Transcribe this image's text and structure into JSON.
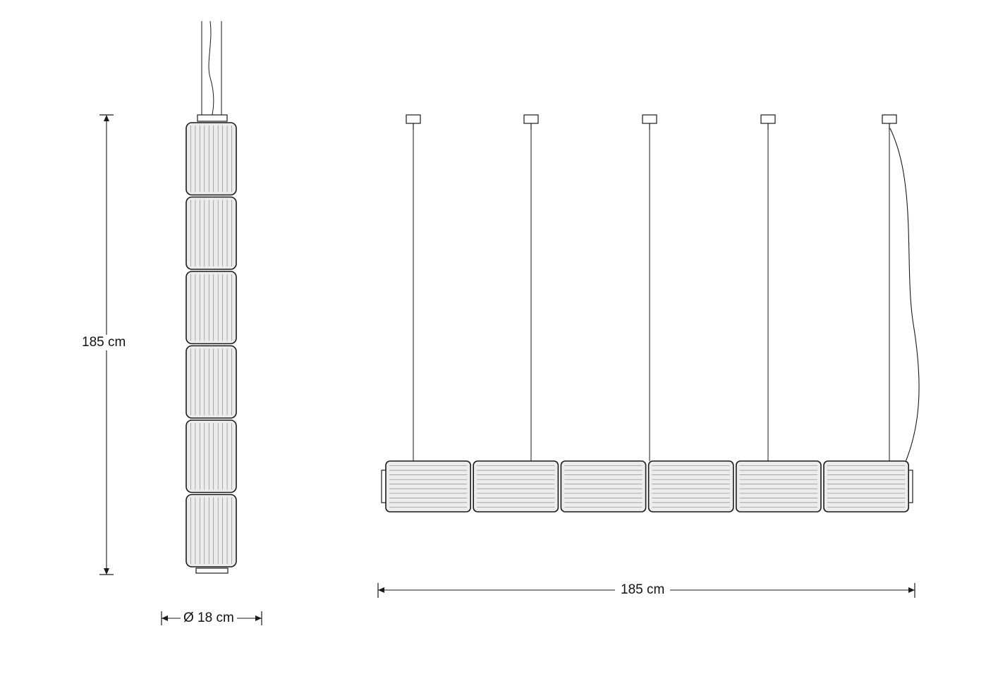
{
  "dimensions": {
    "vertical_height": "185 cm",
    "diameter": "Ø 18 cm",
    "horizontal_length": "185 cm"
  },
  "vertical_lamp": {
    "segments": 6
  },
  "horizontal_lamp": {
    "segments": 6,
    "suspension_points": 5
  },
  "colors": {
    "line": "#1a1a1a",
    "glass": "#ececec",
    "background": "#ffffff"
  }
}
